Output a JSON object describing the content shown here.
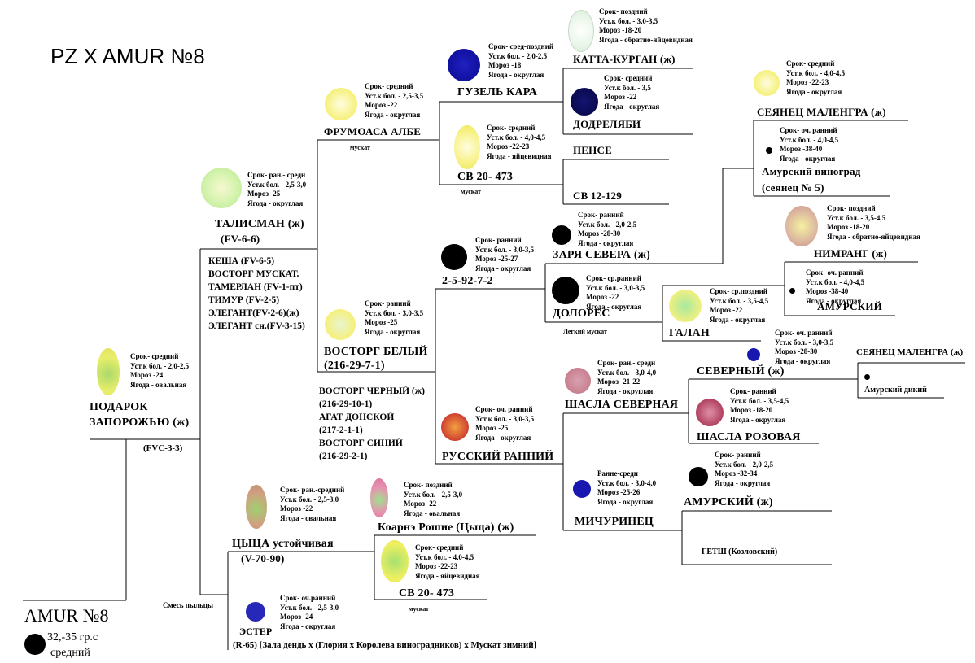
{
  "title": "PZ X AMUR №8",
  "nodes": {
    "podarok": {
      "name1": "ПОДАРОК",
      "name2": "ЗАПОРОЖЬЮ (ж)",
      "code": "(FVC-3-3)",
      "info": [
        "Срок- средний",
        "Уст.к бол. - 2,0-2,5",
        "Мороз -24",
        "Ягода - овальная"
      ],
      "color": "#e8ee6a"
    },
    "talisman": {
      "name": "ТАЛИСМАН (ж)",
      "code": "(FV-6-6)",
      "info": [
        "Срок- ран.- средн",
        "Уст.к бол. - 2,5-3,0",
        "Мороз -25",
        "Ягода - округлая"
      ],
      "color": "#c8f0a0",
      "list": [
        "КЕША (FV-6-5)",
        "ВОСТОРГ МУСКАТ.",
        "ТАМЕРЛАН (FV-1-пт)",
        "ТИМУР (FV-2-5)",
        "ЭЛЕГАНТ(FV-2-6)(ж)",
        "ЭЛЕГАНТ сн.(FV-3-15)"
      ]
    },
    "frumoasa": {
      "name": "ФРУМОАСА АЛБЕ",
      "note": "мускат",
      "info": [
        "Срок- средний",
        "Уст.к бол. - 2,5-3,5",
        "Мороз -22",
        "Ягода - округлая"
      ],
      "color": "#f6f07a"
    },
    "guzel": {
      "name": "ГУЗЕЛЬ КАРА",
      "info": [
        "Срок- сред-поздний",
        "Уст.к бол. - 2,0-2,5",
        "Мороз -18",
        "Ягода - округлая"
      ],
      "color": "#1010a0"
    },
    "katta": {
      "name": "КАТТА-КУРГАН (ж)",
      "info": [
        "Срок- поздний",
        "Уст.к бол. - 3,0-3,5",
        "Мороз -18-20",
        "Ягода - обратно-яйцевидная"
      ],
      "color": "#e6f4e6"
    },
    "dodrelyabi": {
      "name": "ДОДРЕЛЯБИ",
      "info": [
        "Срок- средний",
        "Уст.к бол. - 3,5",
        "Мороз -22",
        "Ягода - округлая"
      ],
      "color": "#0a0a50"
    },
    "sv1": {
      "name": "СВ 20- 473",
      "note": "мускат",
      "info": [
        "Срок- средний",
        "Уст.к бол. - 4,0-4,5",
        "Мороз -22-23",
        "Ягода - яйцевидная"
      ],
      "color": "#f6f07a"
    },
    "pense": {
      "name": "ПЕНСЕ"
    },
    "sv12": {
      "name": "СВ 12-129"
    },
    "seyanets": {
      "name": "СЕЯНЕЦ МАЛЕНГРА (ж)",
      "info": [
        "Срок- средний",
        "Уст.к бол. - 4,0-4,5",
        "Мороз -22-23",
        "Ягода - округлая"
      ],
      "color": "#f6f07a"
    },
    "amurgrape": {
      "name1": "Амурский виноград",
      "name2": "(сеянец № 5)",
      "info": [
        "Срок- оч. ранний",
        "Уст.к бол. - 4,0-4,5",
        "Мороз -38-40",
        "Ягода - округлая"
      ],
      "color": "#000000"
    },
    "nimrang": {
      "name": "НИМРАНГ (ж)",
      "info": [
        "Срок- поздний",
        "Уст.к бол. - 3,5-4,5",
        "Мороз -18-20",
        "Ягода - обратно-яйцевидная"
      ],
      "color": "#d9b0a0"
    },
    "amurskiy1": {
      "name": "АМУРСКИЙ",
      "info": [
        "Срок- оч. ранний",
        "Уст.к бол. - 4,0-4,5",
        "Мороз -38-40",
        "Ягода - округлая"
      ],
      "color": "#000000"
    },
    "vostorgbel": {
      "name1": "ВОСТОРГ БЕЛЫЙ",
      "name2": "(216-29-7-1)",
      "info": [
        "Срок- ранний",
        "Уст.к бол. - 3,0-3,5",
        "Мороз -25",
        "Ягода - округлая"
      ],
      "color": "#f6f07a",
      "list": [
        "ВОСТОРГ ЧЕРНЫЙ (ж)",
        "(216-29-10-1)",
        "АГАТ ДОНСКОЙ",
        "(217-2-1-1)",
        "ВОСТОРГ СИНИЙ",
        "(216-29-2-1)"
      ]
    },
    "n259": {
      "name": "2-5-92-7-2",
      "info": [
        "Срок- ранний",
        "Уст.к бол. - 3,0-3,5",
        "Мороз -25-27",
        "Ягода - округлая"
      ],
      "color": "#000000"
    },
    "zarya": {
      "name": "ЗАРЯ СЕВЕРА (ж)",
      "info": [
        "Срок- ранний",
        "Уст.к бол. - 2,0-2,5",
        "Мороз -28-30",
        "Ягода - округлая"
      ],
      "color": "#000000"
    },
    "dolores": {
      "name": "ДОЛОРЕС",
      "note": "Легкий мускат",
      "info": [
        "Срок- ср.ранний",
        "Уст.к бол. - 3,0-3,5",
        "Мороз -22",
        "Ягода - округлая"
      ],
      "color": "#000000"
    },
    "galan": {
      "name": "ГАЛАН",
      "info": [
        "Срок- ср.поздний",
        "Уст.к бол. - 3,5-4,5",
        "Мороз -22",
        "Ягода - округлая"
      ],
      "color": "#f0f080"
    },
    "severniy": {
      "name": "СЕВЕРНЫЙ (ж)",
      "info": [
        "Срок- оч. ранний",
        "Уст.к бол. - 3,0-3,5",
        "Мороз -28-30",
        "Ягода - округлая"
      ],
      "color": "#1818b0"
    },
    "seyanets2": {
      "name": "СЕЯНЕЦ МАЛЕНГРА (ж)"
    },
    "amurdikiy": {
      "name": "Амурский дикий",
      "color": "#000000"
    },
    "shasla_sev": {
      "name": "ШАСЛА СЕВЕРНАЯ",
      "info": [
        "Срок- ран.- средн",
        "Уст.к бол. - 3,0-4,0",
        "Мороз -21-22",
        "Ягода - округлая"
      ],
      "color": "#c88090"
    },
    "shasla_roz": {
      "name": "ШАСЛА РОЗОВАЯ",
      "info": [
        "Срок- ранний",
        "Уст.к бол. - 3,5-4,5",
        "Мороз -18-20",
        "Ягода - округлая"
      ],
      "color": "#b04060"
    },
    "russkiy": {
      "name": "РУССКИЙ РАННИЙ",
      "info": [
        "Срок- оч. ранний",
        "Уст.к бол. - 3,0-3,5",
        "Мороз -25",
        "Ягода - округлая"
      ],
      "color": "#d04030"
    },
    "michurinets": {
      "name": "МИЧУРИНЕЦ",
      "info": [
        "Ранне-средн",
        "Уст.к бол. - 3,0-4,0",
        "Мороз -25-26",
        "Ягода - округлая"
      ],
      "color": "#1818b0"
    },
    "amurskiy2": {
      "name": "АМУРСКИЙ (ж)",
      "info": [
        "Срок- ранний",
        "Уст.к бол. - 2,0-2,5",
        "Мороз -32-34",
        "Ягода - округлая"
      ],
      "color": "#000000"
    },
    "getsh": {
      "name": "ГЕТШ (Козловский)"
    },
    "tsytsa": {
      "name": "ЦЫЦА устойчивая",
      "code": "(V-70-90)",
      "info": [
        "Срок- ран.-средний",
        "Уст.к бол. - 2,5-3,0",
        "Мороз -22",
        "Ягода - овальная"
      ],
      "color": "#d0a080"
    },
    "koarne": {
      "name": "Коарнэ Рошие (Цыца) (ж)",
      "info": [
        "Срок- поздний",
        "Уст.к бол. - 2,5-3,0",
        "Мороз -22",
        "Ягода - овальная"
      ],
      "color": "#e890b0"
    },
    "sv2": {
      "name": "СВ 20- 473",
      "note": "мускат",
      "info": [
        "Срок- средний",
        "Уст.к бол. - 4,0-4,5",
        "Мороз -22-23",
        "Ягода - яйцевидная"
      ],
      "color": "#f0f060"
    },
    "ester": {
      "name": "ЭСТЕР",
      "code": "(R-65) [Зала дендь х (Глория х Королева виноградников) х Мускат зимний]",
      "info": [
        "Срок- оч.ранний",
        "Уст.к бол. - 2,5-3,0",
        "Мороз -24",
        "Ягода - округлая"
      ],
      "color": "#2828b8"
    },
    "smes": {
      "name": "Смесь пыльцы"
    },
    "amur8": {
      "name": "AMUR №8",
      "line2": "32,-35 гр.с",
      "line3": "средний",
      "color": "#000000"
    }
  }
}
